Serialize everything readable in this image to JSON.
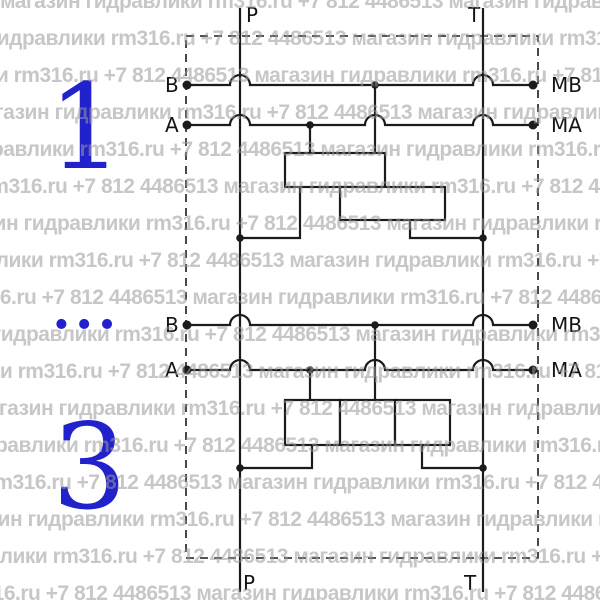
{
  "watermark": {
    "text": "магазин гидравлики rm316.ru +7 812 4486513",
    "rows": 17,
    "color": "#9a9a9a"
  },
  "colors": {
    "line": "#1b1b1b",
    "accent_blue": "#2222cc",
    "paper": "#ffffff"
  },
  "diagram": {
    "port_p_top": "P",
    "port_t_top": "T",
    "port_p_bottom": "P",
    "port_t_bottom": "T",
    "ellipsis": "...",
    "sections": [
      {
        "number": "1",
        "left_b": "B",
        "left_a": "A",
        "right_mb": "MB",
        "right_ma": "MA"
      },
      {
        "number": "3",
        "left_b": "B",
        "left_a": "A",
        "right_mb": "MB",
        "right_ma": "MA"
      }
    ]
  }
}
